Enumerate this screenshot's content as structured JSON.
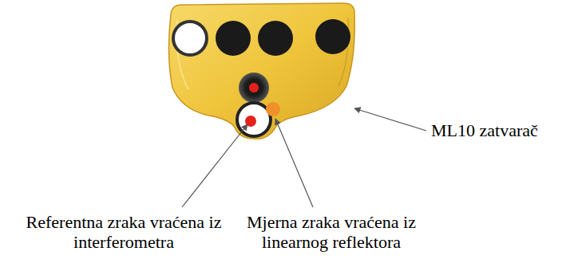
{
  "diagram": {
    "labels": [
      "ML10 zatvarač",
      "Referentna zraka vraćena iz interferometra",
      "Mjerna zraka vraćena iz linearnog reflektora"
    ]
  }
}
